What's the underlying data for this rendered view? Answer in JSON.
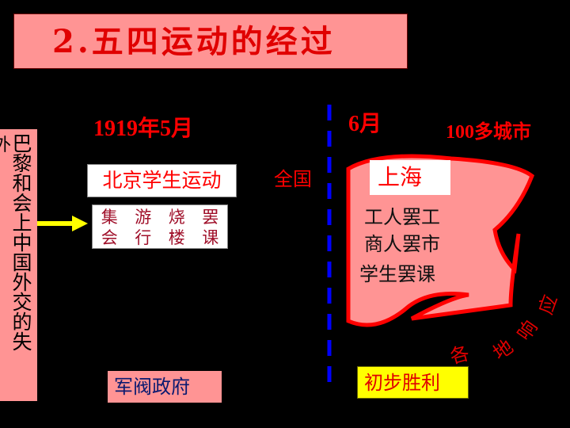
{
  "title": "2.五四运动的经过",
  "date_may": "1919年5月",
  "date_june": "6月",
  "cities": "100多城市",
  "nationwide": "全国",
  "left_bar": "巴黎和会上中国外交的失",
  "left_bar_cut": "外",
  "beijing": "北京学生运动",
  "actions": [
    "集",
    "游",
    "烧",
    "罢",
    "会",
    "行",
    "楼",
    "课"
  ],
  "warlord": "军阀政府",
  "shanghai": "上海",
  "shanghai_lines": [
    "工人罢工",
    "商人罢市",
    "学生罢课"
  ],
  "response": [
    "各",
    "地",
    "响",
    "应"
  ],
  "victory": "初步胜利",
  "colors": {
    "pink": "#ff9494",
    "red": "#ff0000",
    "yellow": "#ffff00",
    "divider": "#0000ff"
  }
}
